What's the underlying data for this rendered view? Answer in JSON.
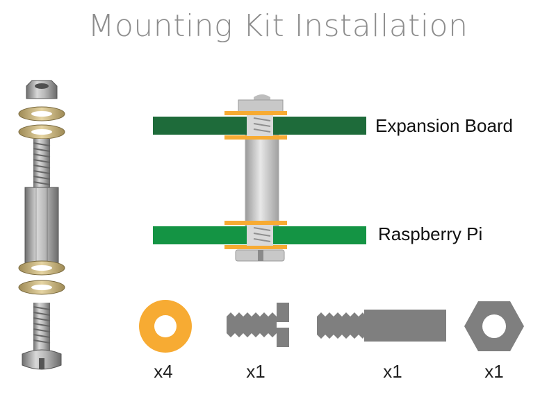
{
  "title": "Mounting Kit Installation",
  "boards": {
    "upper_label": "Expansion Board",
    "lower_label": "Raspberry Pi"
  },
  "parts": [
    {
      "name": "washer",
      "quantity": "x4"
    },
    {
      "name": "screw",
      "quantity": "x1"
    },
    {
      "name": "standoff",
      "quantity": "x1"
    },
    {
      "name": "hex-nut",
      "quantity": "x1"
    }
  ],
  "colors": {
    "board_upper": "#1e6b3a",
    "board_lower": "#149444",
    "washer": "#f7ab33",
    "washer_brass": "#c9b27a",
    "metal": "#8c8c8c"
  }
}
